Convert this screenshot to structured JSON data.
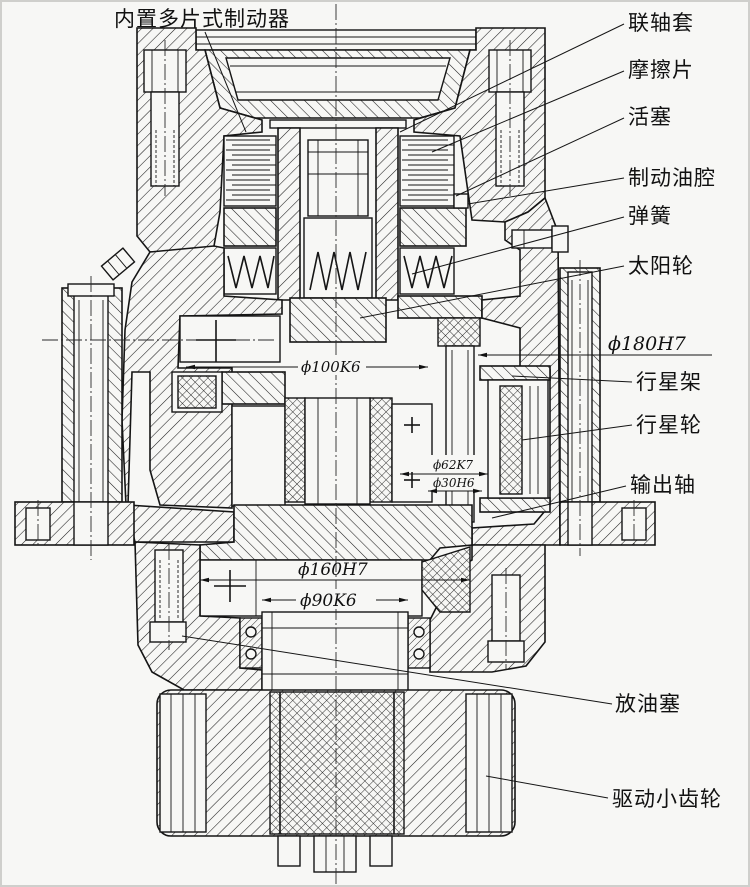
{
  "labels": {
    "brake": "内置多片式制动器",
    "coupling_sleeve": "联轴套",
    "friction_plate": "摩擦片",
    "piston": "活塞",
    "brake_oil_chamber": "制动油腔",
    "spring": "弹簧",
    "sun_gear": "太阳轮",
    "planet_carrier": "行星架",
    "planet_gear": "行星轮",
    "output_shaft": "输出轴",
    "drain_plug": "放油塞",
    "drive_pinion": "驱动小齿轮"
  },
  "dimensions": {
    "d180": "ϕ180H7",
    "d100": "ϕ100K6",
    "d62": "ϕ62K7",
    "d30": "ϕ30H6",
    "d160": "ϕ160H7",
    "d90": "ϕ90K6"
  }
}
